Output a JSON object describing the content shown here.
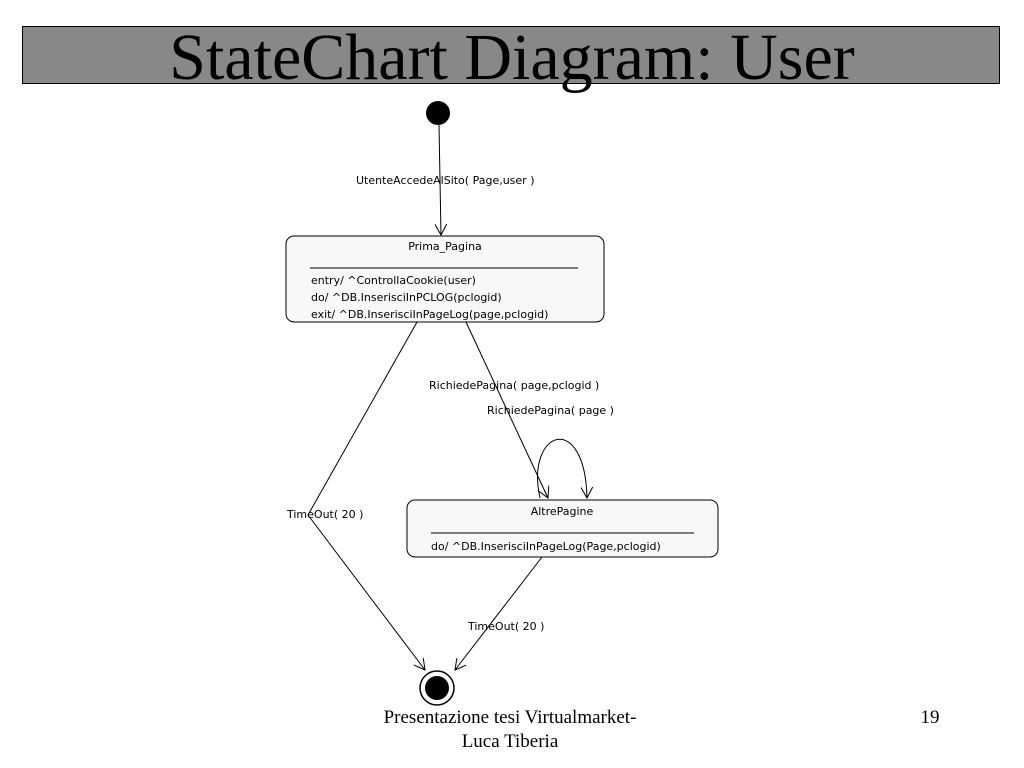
{
  "slide": {
    "title": "StateChart Diagram: User",
    "footer_line1": "Presentazione tesi Virtualmarket-",
    "footer_line2": "Luca Tiberia",
    "page_number": "19"
  },
  "diagram": {
    "states": {
      "prima_pagina": {
        "name": "Prima_Pagina",
        "actions": [
          "entry/ ^ControllaCookie(user)",
          "do/ ^DB.InserisciInPCLOG(pclogid)",
          "exit/ ^DB.InserisciInPageLog(page,pclogid)"
        ]
      },
      "altre_pagine": {
        "name": "AltrePagine",
        "actions": [
          "do/ ^DB.InserisciInPageLog(Page,pclogid)"
        ]
      }
    },
    "transitions": {
      "initial": "UtenteAccedeAlSito( Page,user )",
      "prima_to_altre": "RichiedePagina( page,pclogid )",
      "altre_self": "RichiedePagina( page )",
      "prima_timeout": "TimeOut( 20 )",
      "altre_timeout": "TimeOut( 20 )"
    }
  }
}
